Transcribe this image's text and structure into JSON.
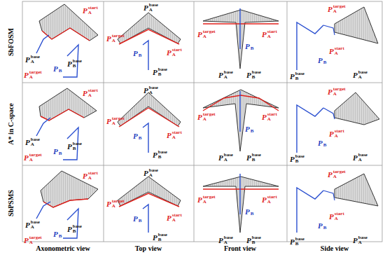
{
  "diagram": {
    "labels": [
      "SbFOSM",
      "A* in C-space",
      "SbPSMS",
      "P",
      "A",
      "base",
      "P",
      "A",
      "target",
      "P",
      "B",
      "P",
      "A",
      "start",
      "P",
      "B",
      "base",
      "P",
      "A",
      "base",
      "P",
      "A",
      "target",
      "P",
      "A",
      "start",
      "P",
      "B",
      "P",
      "B",
      "base",
      "P",
      "A",
      "target",
      "P",
      "A",
      "start",
      "P",
      "B",
      "P",
      "A",
      "base",
      "P",
      "B",
      "base",
      "P",
      "A",
      "target",
      "P",
      "A",
      "start",
      "P",
      "B",
      "P",
      "B",
      "base",
      "P",
      "A",
      "base",
      "P",
      "A",
      "base",
      "P",
      "A",
      "target",
      "P",
      "B",
      "P",
      "A",
      "start",
      "P",
      "B",
      "base",
      "P",
      "A",
      "base",
      "P",
      "A",
      "target",
      "P",
      "A",
      "start",
      "P",
      "B",
      "P",
      "B",
      "base",
      "P",
      "A",
      "target",
      "P",
      "A",
      "start",
      "P",
      "B",
      "P",
      "A",
      "base",
      "P",
      "B",
      "base",
      "P",
      "A",
      "target",
      "P",
      "A",
      "start",
      "P",
      "B",
      "P",
      "B",
      "base",
      "P",
      "A",
      "base",
      "P",
      "A",
      "base",
      "P",
      "A",
      "target",
      "P",
      "B",
      "P",
      "A",
      "start",
      "P",
      "B",
      "base",
      "P",
      "A",
      "base",
      "P",
      "A",
      "target",
      "P",
      "A",
      "start",
      "P",
      "B",
      "P",
      "B",
      "base",
      "P",
      "A",
      "target",
      "P",
      "A",
      "start",
      "P",
      "B",
      "P",
      "A",
      "base",
      "P",
      "B",
      "base",
      "P",
      "A",
      "target",
      "P",
      "A",
      "start",
      "P",
      "B",
      "P",
      "B",
      "base",
      "P",
      "A",
      "base",
      "Axonometric view",
      "Top view",
      "Front view",
      "Side view"
    ]
  }
}
